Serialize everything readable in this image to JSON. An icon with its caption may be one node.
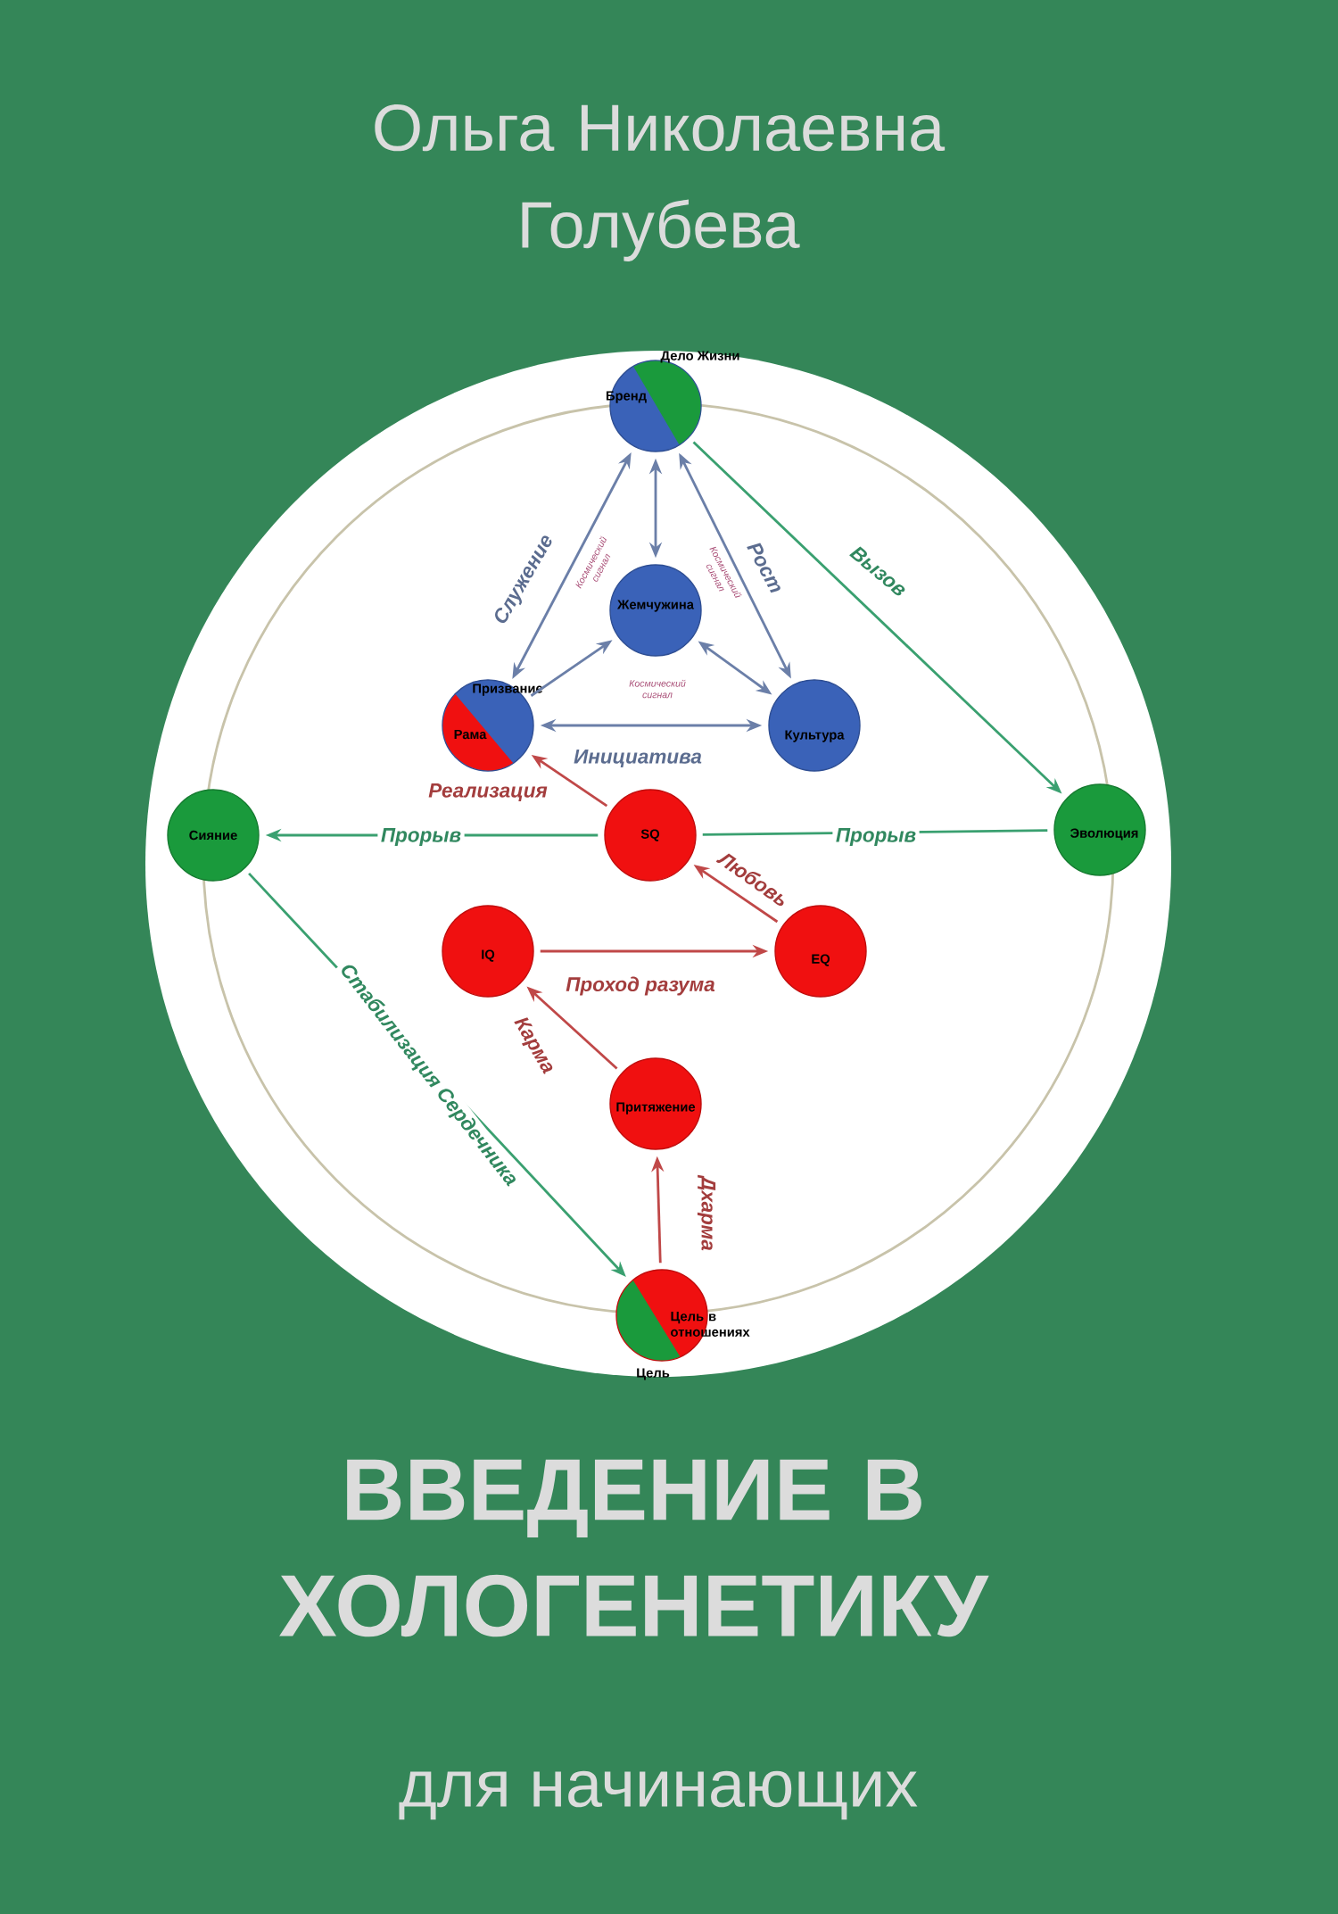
{
  "diagram": {
    "title": "ВВЕДЕНИЕ В ХОЛОГЕНЕТИКУ",
    "nodes": [
      {
        "text": [
          "Дело Жизни",
          "Бренд"
        ]
      },
      {
        "text": [
          "Жемчужина"
        ]
      },
      {
        "text": [
          "Призвание",
          "Рама"
        ]
      },
      {
        "text": [
          "Культура"
        ]
      },
      {
        "text": [
          "Сияние"
        ]
      },
      {
        "text": [
          "SQ"
        ]
      },
      {
        "text": [
          "Эволюция"
        ]
      },
      {
        "text": [
          "IQ"
        ]
      },
      {
        "text": [
          "EQ"
        ]
      },
      {
        "text": [
          "Притяжение"
        ]
      },
      {
        "text": [
          "Цель в отношениях",
          "Цель"
        ]
      }
    ],
    "edges": [
      {
        "from": 0,
        "to": 2,
        "arrow": "both",
        "label": "Служение"
      },
      {
        "from": 0,
        "to": 1,
        "arrow": "both"
      },
      {
        "from": 0,
        "to": 3,
        "arrow": "both",
        "label": "Рост"
      },
      {
        "from": 2,
        "to": 1,
        "arrow": "to"
      },
      {
        "from": 1,
        "to": 3,
        "arrow": "both"
      },
      {
        "from": 2,
        "to": 3,
        "arrow": "both",
        "label": "Инициатива"
      },
      {
        "from": 0,
        "to": 6,
        "arrow": "to",
        "label": "Вызов",
        "color": "#3aa070"
      },
      {
        "from": 5,
        "to": 4,
        "arrow": "to",
        "label": "Прорыв",
        "color": "#3aa070"
      },
      {
        "from": 5,
        "to": 6,
        "arrow": "none",
        "label": "Прорыв",
        "color": "#3aa070"
      },
      {
        "from": 5,
        "to": 2,
        "arrow": "to",
        "label": "Реализация",
        "color": "#c04848"
      },
      {
        "from": 8,
        "to": 5,
        "arrow": "to",
        "label": "Любовь",
        "color": "#c04848"
      },
      {
        "from": 7,
        "to": 8,
        "arrow": "to",
        "label": "Проход разума",
        "color": "#c04848"
      },
      {
        "from": 9,
        "to": 7,
        "arrow": "to",
        "label": "Карма",
        "color": "#c04848"
      },
      {
        "from": 10,
        "to": 9,
        "arrow": "to",
        "label": "Дхарма",
        "color": "#c04848"
      },
      {
        "from": 4,
        "to": 10,
        "arrow": "to",
        "label": "Стабилизация Сердечника",
        "color": "#3aa070"
      }
    ],
    "labels": [
      "Ольга Николаевна Голубева",
      "Космический сигнал",
      "Космический сигнал",
      "Космический сигнал",
      "для начинающих"
    ]
  }
}
